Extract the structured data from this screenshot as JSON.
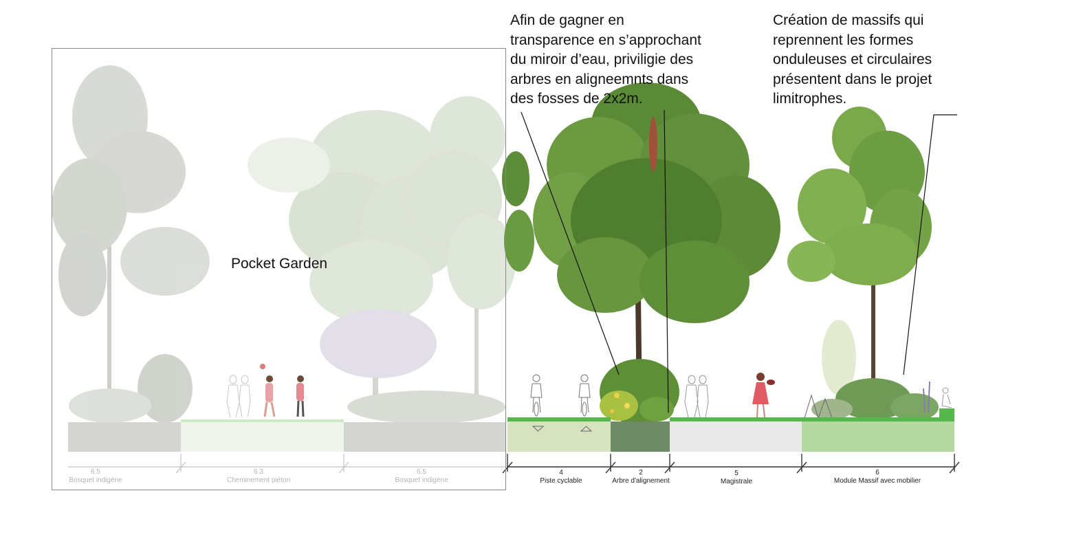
{
  "annotations": {
    "left_note": "Afin de gagner en\ntransparence en s’approchant\ndu miroir d’eau, priviligie des\narbres en aligneemnts dans\ndes fosses de 2x2m.",
    "right_note": "Création de massifs qui\nreprennent les formes\nonduleuses et circulaires\nprésentent dans le projet\nlimitrophes."
  },
  "pocket_garden_label": "Pocket Garden",
  "segments": [
    {
      "value": "6.5",
      "label": "Bosquet indigène",
      "style": "faded"
    },
    {
      "value": "6.3",
      "label": "Cheminement piéton",
      "style": "faded"
    },
    {
      "value": "6.5",
      "label": "Bosquet indigène",
      "style": "faded"
    },
    {
      "value": "4",
      "label": "Piste cyclable",
      "style": "solid"
    },
    {
      "value": "2",
      "label": "Arbre d'alignement",
      "style": "solid"
    },
    {
      "value": "5",
      "label": "Magistrale",
      "style": "solid"
    },
    {
      "value": "6",
      "label": "Module Massif avec mobilier",
      "style": "solid"
    }
  ],
  "colors": {
    "bosquet_ground": "#cfcfcb",
    "pedestrian_ground": "#eef4ea",
    "cycle_ground": "#d7e3be",
    "tree_pit": "#6f8a67",
    "magistrale_ground": "#e9e9e9",
    "massif_ground": "#b5d9a0",
    "accent_green": "#55b84a",
    "foliage_dark": "#4f7f2e",
    "foliage_faded": "#c9d4c2"
  }
}
